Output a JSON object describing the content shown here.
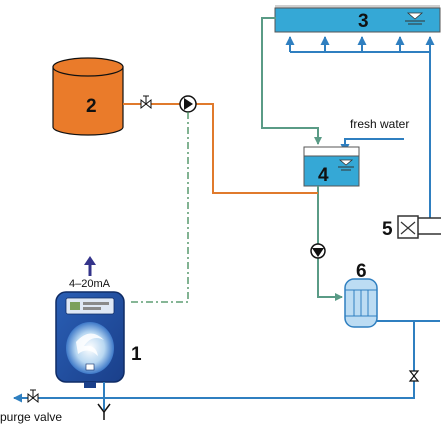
{
  "colors": {
    "teal_line": "#5a9b86",
    "blue_line": "#2f7fc0",
    "orange_line": "#e07a2c",
    "signal_line": "#3e8a57",
    "tank_orange": "#ea7b2a",
    "water_blue": "#35a8d6",
    "arrow_navy": "#33338a"
  },
  "components": {
    "controller": {
      "number": "1",
      "icon": "controller-icon"
    },
    "chemical_tank": {
      "number": "2",
      "icon": "orange-tank-icon"
    },
    "cooling_tower_basin": {
      "number": "3",
      "icon": "basin-icon"
    },
    "makeup_tank": {
      "number": "4",
      "icon": "tank-icon"
    },
    "heat_exchanger": {
      "number": "5",
      "icon": "heat-exchanger-icon"
    },
    "filter": {
      "number": "6",
      "icon": "filter-icon"
    }
  },
  "labels": {
    "fresh_water": "fresh water",
    "signal": "4–20mA",
    "purge_valve": "purge valve"
  }
}
